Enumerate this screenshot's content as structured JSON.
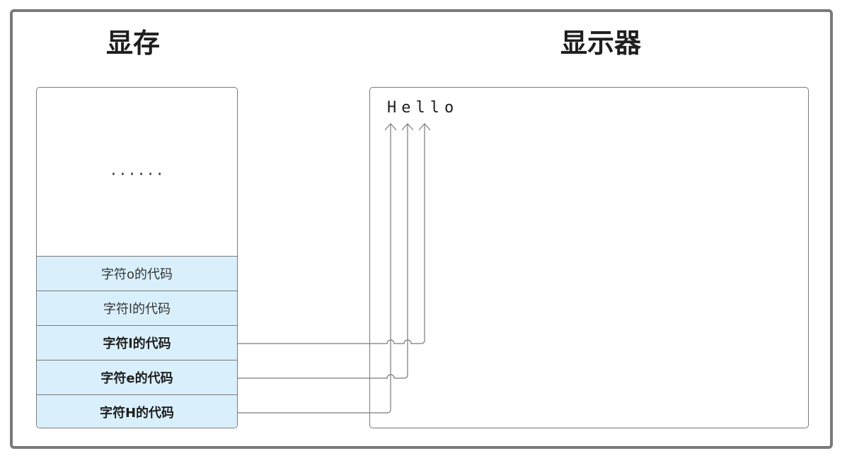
{
  "titles": {
    "vram": "显存",
    "display": "显示器"
  },
  "vram": {
    "ellipsis": "······",
    "cells": [
      {
        "label": "字符o的代码",
        "bold": false
      },
      {
        "label": "字符l的代码",
        "bold": false
      },
      {
        "label": "字符l的代码",
        "bold": true
      },
      {
        "label": "字符e的代码",
        "bold": true
      },
      {
        "label": "字符H的代码",
        "bold": true
      }
    ]
  },
  "screen": {
    "text": "Hello"
  },
  "colors": {
    "frame_border": "#7a7a7a",
    "cell_fill": "#d9f0fc",
    "wire": "#7a7a7a"
  }
}
